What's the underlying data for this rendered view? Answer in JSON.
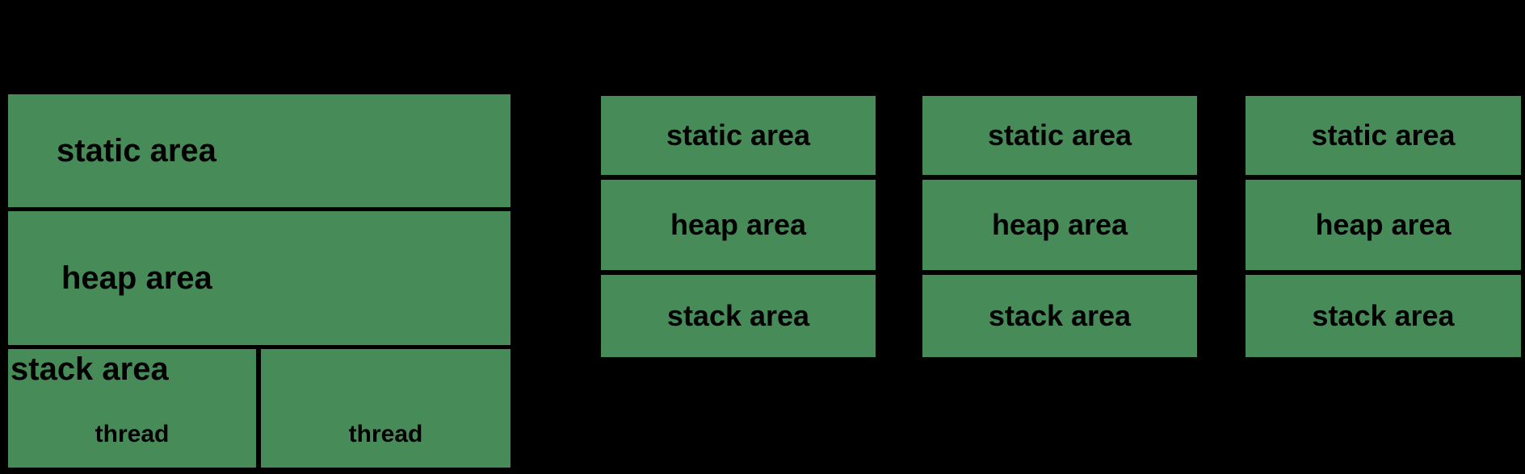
{
  "diagram": {
    "background": "#000000",
    "box_fill": "#478C58",
    "text_color": "#000000"
  },
  "process_box": {
    "static_label": "static area",
    "heap_label": "heap area",
    "stack_label": "stack area",
    "threads": [
      {
        "label": "thread"
      },
      {
        "label": "thread"
      }
    ]
  },
  "columns": [
    {
      "cells": [
        {
          "label": "static area"
        },
        {
          "label": "heap area"
        },
        {
          "label": "stack area"
        }
      ]
    },
    {
      "cells": [
        {
          "label": "static area"
        },
        {
          "label": "heap area"
        },
        {
          "label": "stack area"
        }
      ]
    },
    {
      "cells": [
        {
          "label": "static area"
        },
        {
          "label": "heap area"
        },
        {
          "label": "stack area"
        }
      ]
    }
  ]
}
